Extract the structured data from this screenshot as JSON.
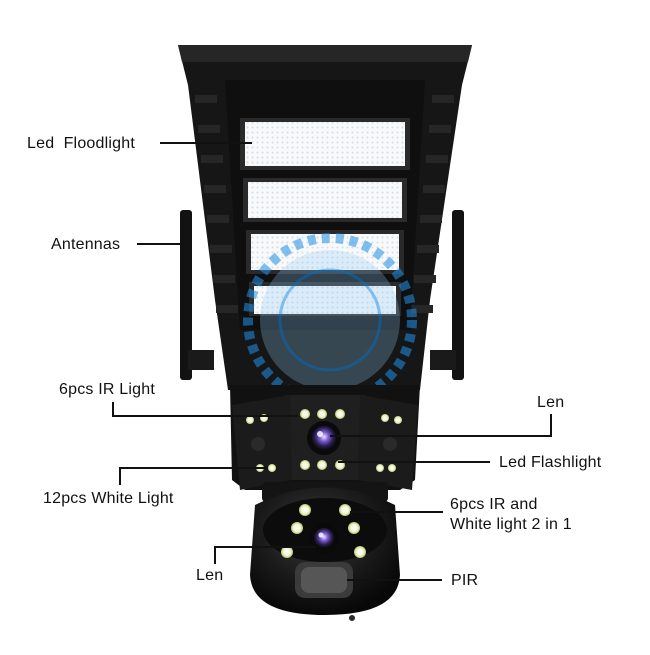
{
  "product": {
    "name": "solar-street-light-camera",
    "colors": {
      "body": "#151515",
      "panel_light": "#f4f6f8",
      "watermark": "#1e90e8",
      "text": "#111111"
    }
  },
  "callouts": [
    {
      "id": "led-floodlight",
      "text": "Led  Floodlight"
    },
    {
      "id": "antennas",
      "text": "Antennas"
    },
    {
      "id": "ir-light",
      "text": "6pcs IR Light"
    },
    {
      "id": "len-top",
      "text": "Len"
    },
    {
      "id": "led-flashlight",
      "text": "Led Flashlight"
    },
    {
      "id": "white-light",
      "text": "12pcs White Light"
    },
    {
      "id": "ir-white-line1",
      "text": "6pcs IR and"
    },
    {
      "id": "ir-white-line2",
      "text": "White light 2 in 1"
    },
    {
      "id": "len-bottom",
      "text": "Len"
    },
    {
      "id": "pir",
      "text": "PIR"
    }
  ]
}
